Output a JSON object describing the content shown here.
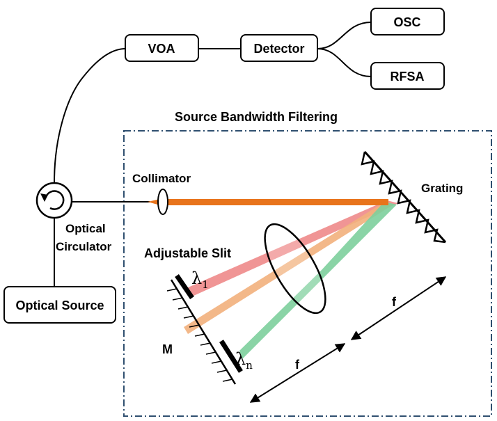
{
  "blocks": {
    "voa": "VOA",
    "detector": "Detector",
    "osc": "OSC",
    "rfsa": "RFSA",
    "optical_source": "Optical Source"
  },
  "labels": {
    "section_title": "Source Bandwidth Filtering",
    "collimator": "Collimator",
    "grating": "Grating",
    "circulator_line1": "Optical",
    "circulator_line2": "Circulator",
    "adjustable_slit": "Adjustable Slit",
    "mirror": "M",
    "focal_f1": "f",
    "focal_f2": "f",
    "lambda1_symbol": "λ",
    "lambda1_sub": "1",
    "lambdan_symbol": "λ",
    "lambdan_sub": "n"
  },
  "colors": {
    "collimated_beam": "#e8741c",
    "red_beam": "#ee8a8a",
    "orange_beam": "#f2b07c",
    "green_beam": "#7dcf9c",
    "dashed_frame": "#2f4f6f"
  }
}
